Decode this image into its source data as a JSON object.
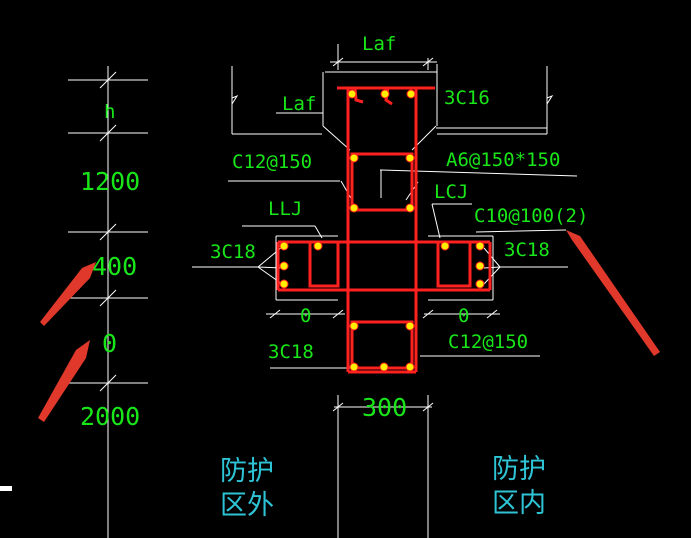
{
  "dim_labels": {
    "h": "h",
    "d1200": "1200",
    "d400": "400",
    "d0": "0",
    "d2000": "2000",
    "laf_top": "Laf",
    "laf_left": "Laf",
    "w300": "300",
    "zero_left": "0",
    "zero_right": "0"
  },
  "rebar_labels": {
    "top_bars": "3C16",
    "wall_dist": "C12@150",
    "ties": "A6@150*150",
    "llj": "LLJ",
    "lcj": "LCJ",
    "lcj_stirrup": "C10@100(2)",
    "left_bars": "3C18",
    "right_bars": "3C18",
    "bottom_bars": "3C18",
    "lower_dist": "C12@150"
  },
  "zone_labels": {
    "outside_1": "防护",
    "outside_2": "区外",
    "inside_1": "防护",
    "inside_2": "区内"
  },
  "colors": {
    "background": "#000000",
    "text": "#19e619",
    "zone_text": "#2ec4d6",
    "rebar": "#ff2020",
    "bar_dot": "#ffee00",
    "lines": "#ffffff",
    "arrow": "#e0392b"
  }
}
